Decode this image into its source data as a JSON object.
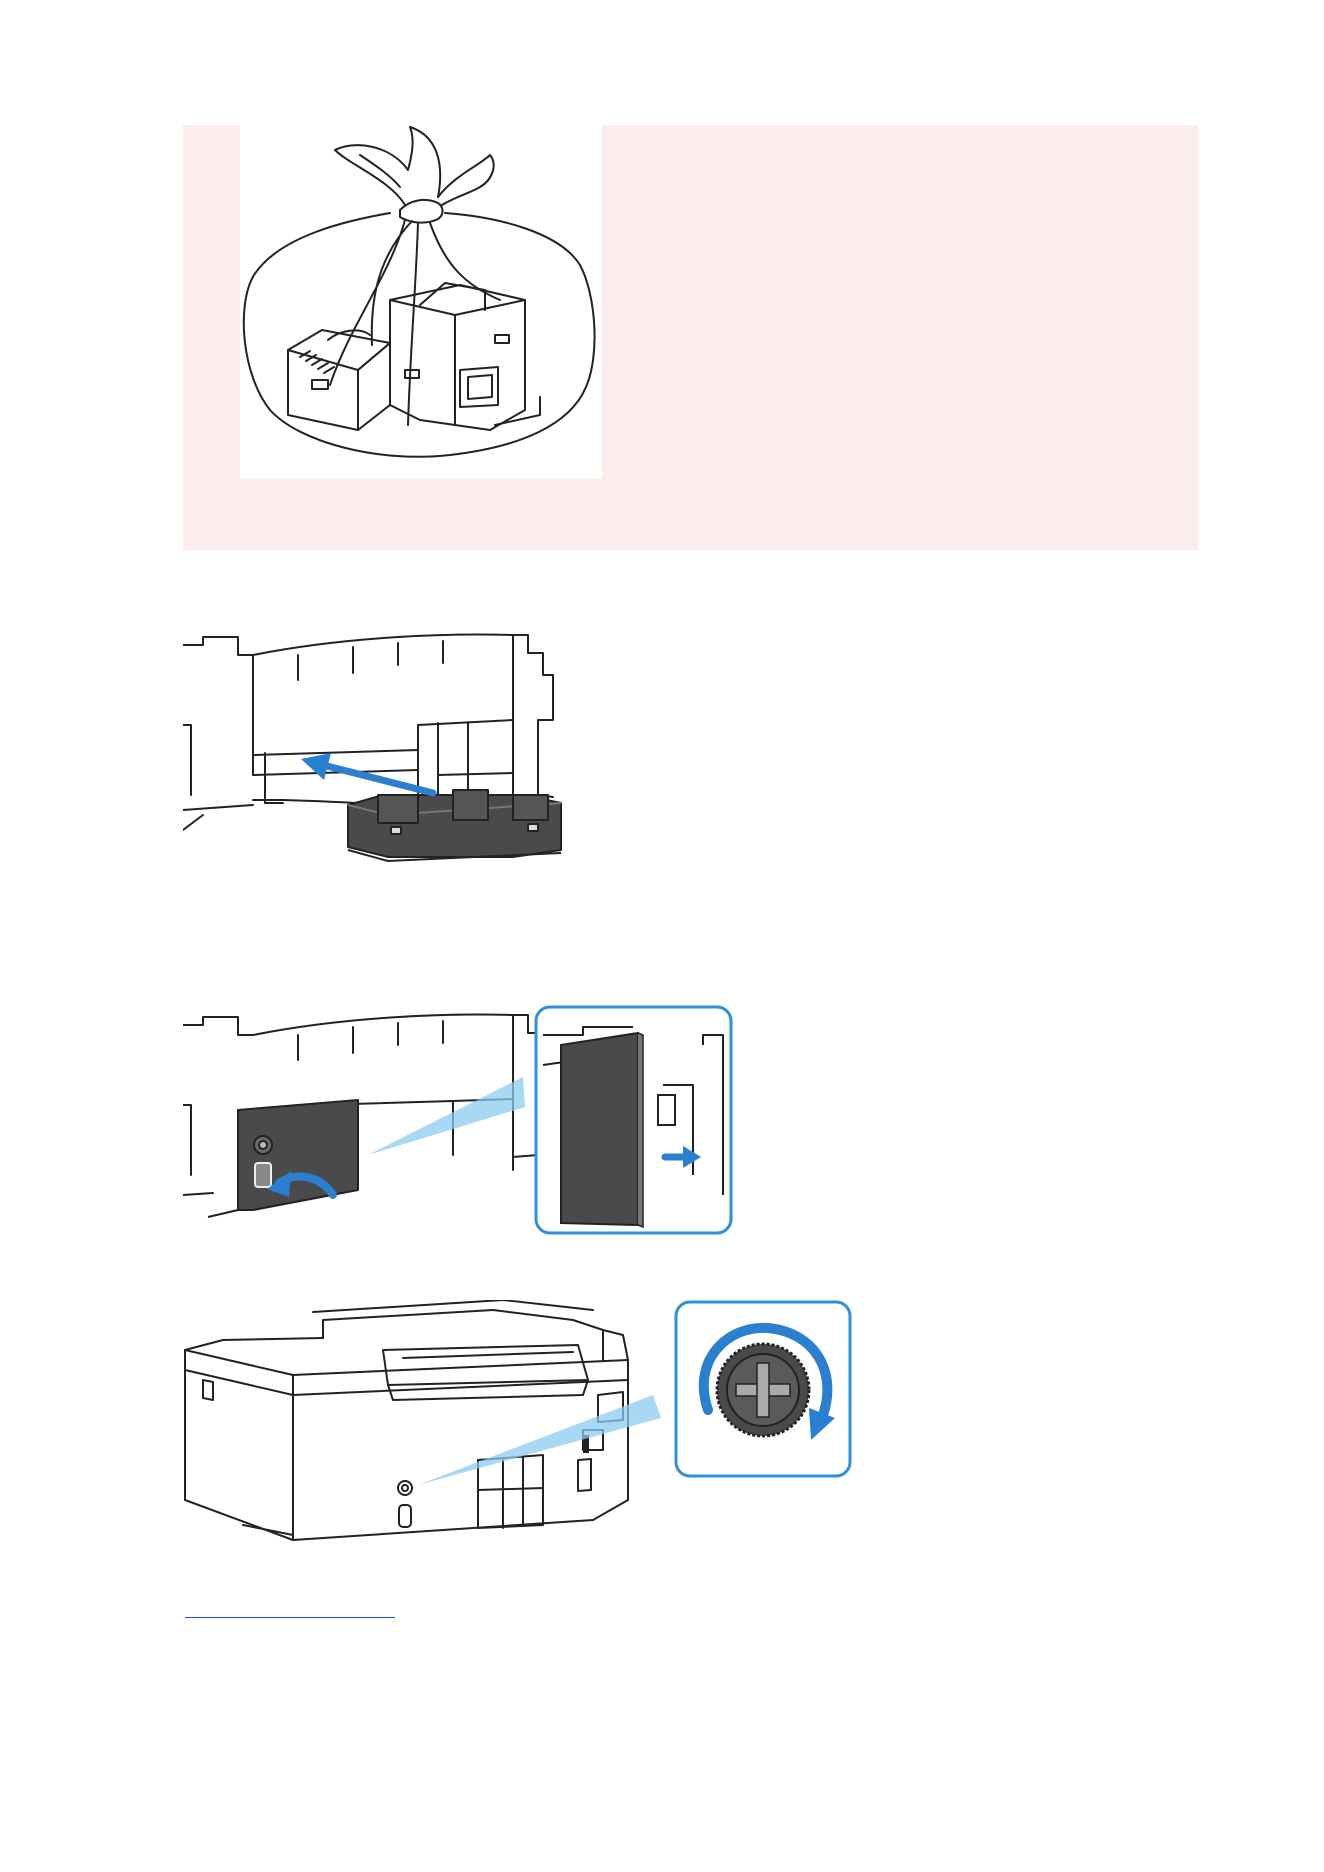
{
  "colors": {
    "caution_background": "#fdeeee",
    "link": "#1a4fd8",
    "callout_blue": "#2f8fd8",
    "arrow_blue": "#2a7fd0",
    "part_dark": "#4a4a4a",
    "line_art": "#222222"
  },
  "figures": {
    "bag": "maintenance-cartridge-in-sealed-bag",
    "insert": "insert-maintenance-cartridge",
    "cover": "attach-cover",
    "screw": "tighten-screw"
  },
  "link": {
    "text": ""
  }
}
